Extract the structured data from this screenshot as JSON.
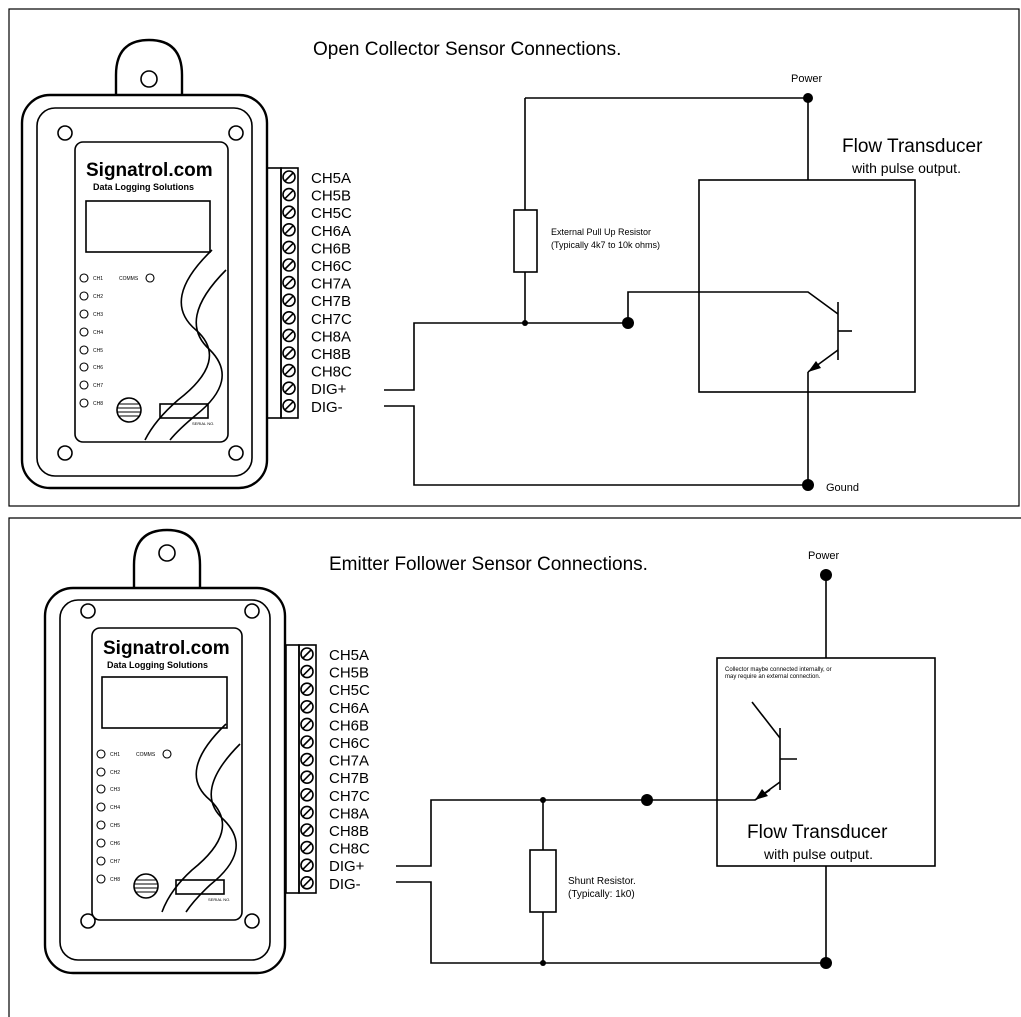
{
  "panels": [
    {
      "title": "Open Collector Sensor Connections.",
      "logger_brand": "Signatrol.com",
      "logger_tagline": "Data Logging Solutions",
      "comms_label": "COMMS",
      "serial_label": "SERIAL NO.",
      "led_labels": [
        "CH1",
        "CH2",
        "CH3",
        "CH4",
        "CH5",
        "CH6",
        "CH7",
        "CH8"
      ],
      "terminals": [
        "CH5A",
        "CH5B",
        "CH5C",
        "CH6A",
        "CH6B",
        "CH6C",
        "CH7A",
        "CH7B",
        "CH7C",
        "CH8A",
        "CH8B",
        "CH8C",
        "DIG+",
        "DIG-"
      ],
      "power_label": "Power",
      "ground_label": "Gound",
      "transducer_title": "Flow Transducer",
      "transducer_subtitle": "with pulse output.",
      "resistor_label_1": "External Pull Up Resistor",
      "resistor_label_2": "(Typically 4k7 to 10k ohms)"
    },
    {
      "title": "Emitter Follower Sensor Connections.",
      "logger_brand": "Signatrol.com",
      "logger_tagline": "Data Logging Solutions",
      "comms_label": "COMMS",
      "serial_label": "SERIAL NO.",
      "led_labels": [
        "CH1",
        "CH2",
        "CH3",
        "CH4",
        "CH5",
        "CH6",
        "CH7",
        "CH8"
      ],
      "terminals": [
        "CH5A",
        "CH5B",
        "CH5C",
        "CH6A",
        "CH6B",
        "CH6C",
        "CH7A",
        "CH7B",
        "CH7C",
        "CH8A",
        "CH8B",
        "CH8C",
        "DIG+",
        "DIG-"
      ],
      "power_label": "Power",
      "transducer_title": "Flow Transducer",
      "transducer_subtitle": "with pulse output.",
      "collector_note_1": "Collector maybe connected internally, or",
      "collector_note_2": "may require an external connection.",
      "resistor_label_1": "Shunt Resistor.",
      "resistor_label_2": "(Typically: 1k0)"
    }
  ]
}
